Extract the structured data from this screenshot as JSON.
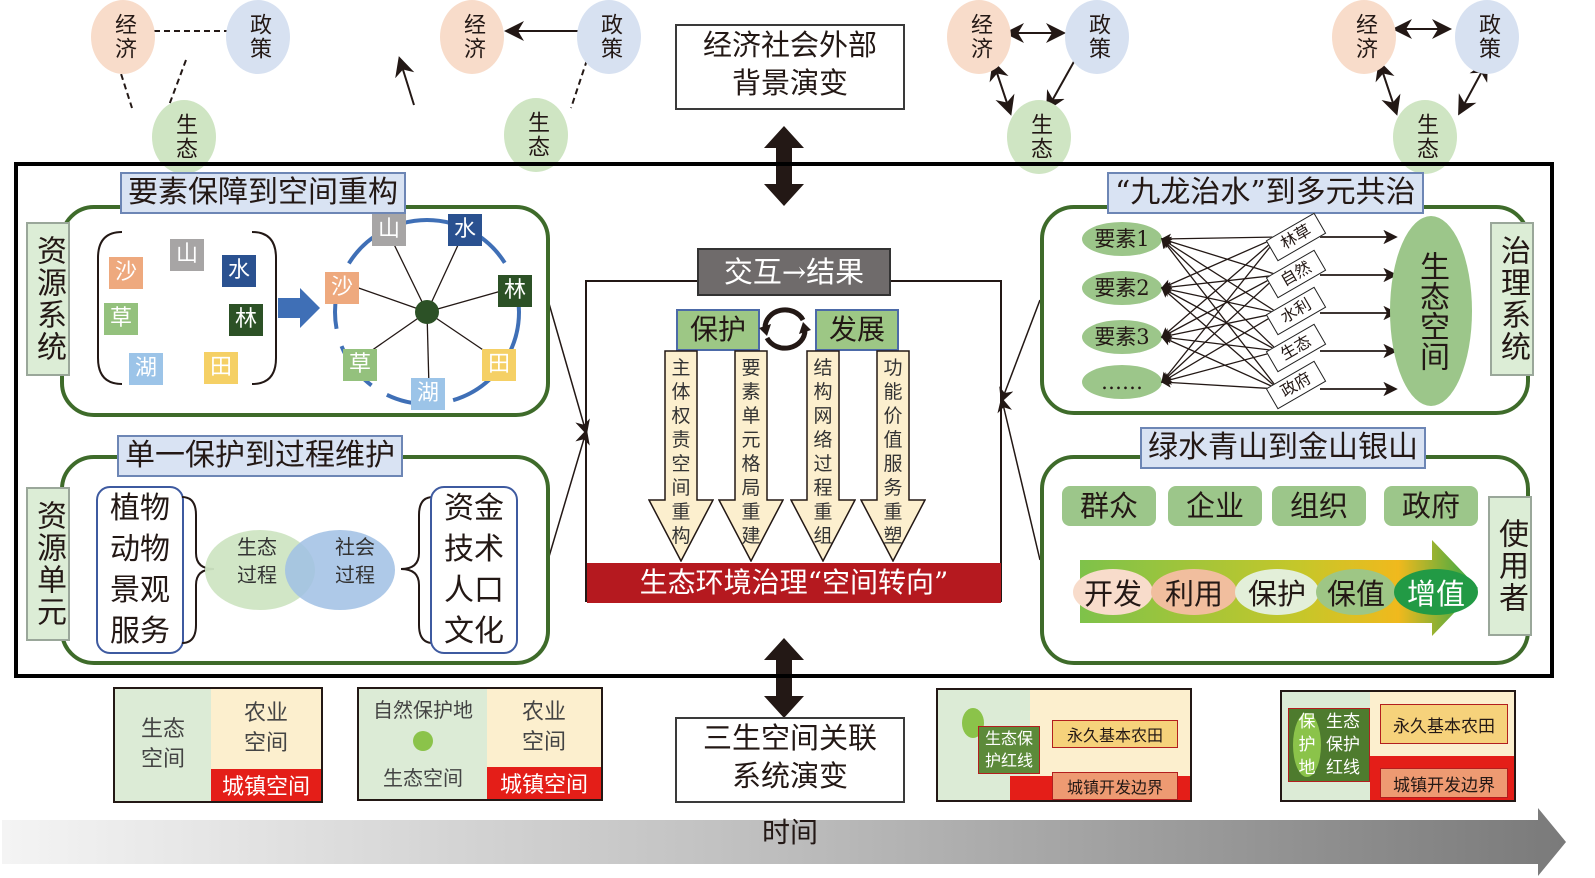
{
  "triangles": [
    {
      "econ": "经济",
      "policy": "政策",
      "eco": "生态",
      "links": "all-dashed"
    },
    {
      "econ": "经济",
      "policy": "政策",
      "eco": "生态",
      "links": "policy-to-econ, eco-to-econ, policy-eco-dashed"
    },
    {
      "econ": "经济",
      "policy": "政策",
      "eco": "生态",
      "links": "econ-policy-bidirectional, econ-eco-bidirectional, policy-to-eco"
    },
    {
      "econ": "经济",
      "policy": "政策",
      "eco": "生态",
      "links": "all-bidirectional"
    }
  ],
  "top_box": {
    "line1": "经济社会外部",
    "line2": "背景演变"
  },
  "bottom_box": {
    "line1": "三生空间关联",
    "line2": "系统演变"
  },
  "timeline_label": "时间",
  "panel_tl": {
    "title": "要素保障到空间重构",
    "side_label": "资源系统",
    "scattered_tiles": [
      "山",
      "沙",
      "水",
      "草",
      "林",
      "湖",
      "田"
    ],
    "wheel_tiles": [
      "山",
      "水",
      "林",
      "田",
      "湖",
      "草",
      "沙"
    ]
  },
  "panel_bl": {
    "title": "单一保护到过程维护",
    "side_label": "资源单元",
    "left_list": [
      "植物",
      "动物",
      "景观",
      "服务"
    ],
    "eco_process": "生态过程",
    "social_process": "社会过程",
    "right_list": [
      "资金",
      "技术",
      "人口",
      "文化"
    ]
  },
  "center": {
    "header": "交互→结果",
    "protect": "保护",
    "develop": "发展",
    "arrows": [
      "主体权责空间重构",
      "要素单元格局重建",
      "结构网络过程重组",
      "功能价值服务重塑"
    ],
    "result": "生态环境治理“空间转向”"
  },
  "panel_tr": {
    "title": "“九龙治水”到多元共治",
    "side_label": "治理系统",
    "elements": [
      "要素1",
      "要素2",
      "要素3",
      "……"
    ],
    "departments": [
      "林草",
      "自然",
      "水利",
      "生态",
      "政府"
    ],
    "target": "生态空间"
  },
  "panel_br": {
    "title": "绿水青山到金山银山",
    "side_label": "使用者",
    "actors": [
      "群众",
      "企业",
      "组织",
      "政府"
    ],
    "stages": [
      "开发",
      "利用",
      "保护",
      "保值",
      "增值"
    ]
  },
  "bottom_maps": [
    {
      "eco": "生态空间",
      "agri": "农业空间",
      "urban": "城镇空间"
    },
    {
      "reserve": "自然保护地",
      "eco": "生态空间",
      "agri": "农业空间",
      "urban": "城镇空间"
    },
    {
      "redline": "生态保护红线",
      "farmland": "永久基本农田",
      "boundary": "城镇开发边界"
    },
    {
      "reserve": "保护地",
      "redline": "生态保护红线",
      "farmland": "永久基本农田",
      "boundary": "城镇开发边界"
    }
  ],
  "colors": {
    "panel_border": "#3e6b2a",
    "title_bg": "#d9e3f3",
    "side_bg": "#dcedd6",
    "result_red": "#b5191f",
    "header_gray": "#6f6b6b",
    "urban_red": "#e41e18"
  }
}
